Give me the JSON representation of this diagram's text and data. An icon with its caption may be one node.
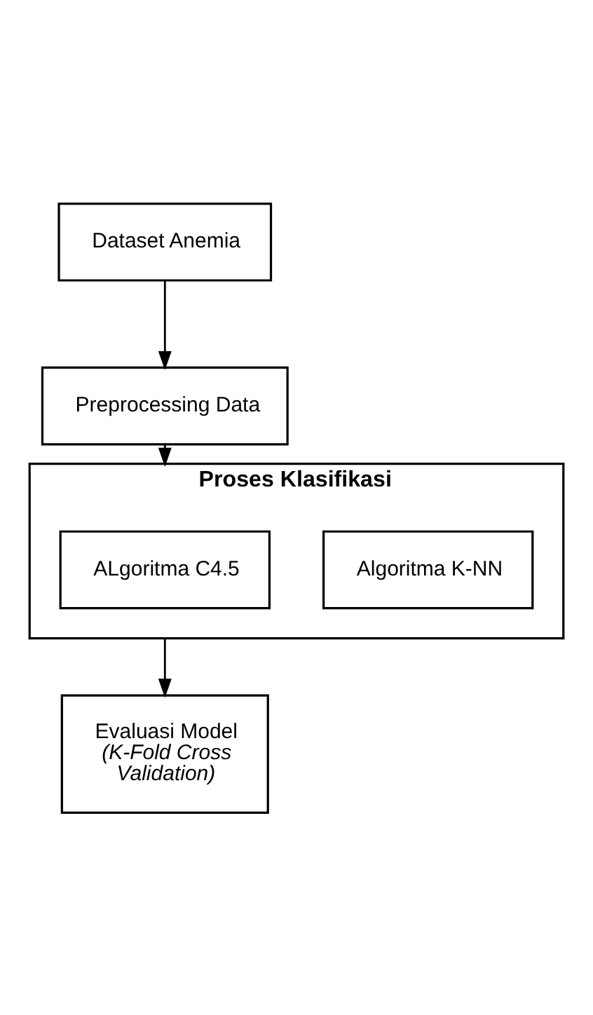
{
  "diagram": {
    "nodes": [
      {
        "text": [
          "Dataset Anemia"
        ]
      },
      {
        "text": [
          "Preprocessing Data"
        ]
      },
      {
        "text": [
          "Proses Klasifikasi"
        ]
      },
      {
        "text": [
          "ALgoritma C4.5"
        ],
        "in": 2
      },
      {
        "text": [
          "Algoritma K-NN"
        ],
        "in": 2
      },
      {
        "text": [
          "Evaluasi Model *(K-Fold Cross Validation)*"
        ]
      }
    ],
    "edges": [
      {
        "from": 0,
        "to": 1,
        "arrow": "to"
      },
      {
        "from": 1,
        "to": 2,
        "arrow": "to"
      },
      {
        "from": 2,
        "to": 5,
        "arrow": "to"
      }
    ]
  }
}
